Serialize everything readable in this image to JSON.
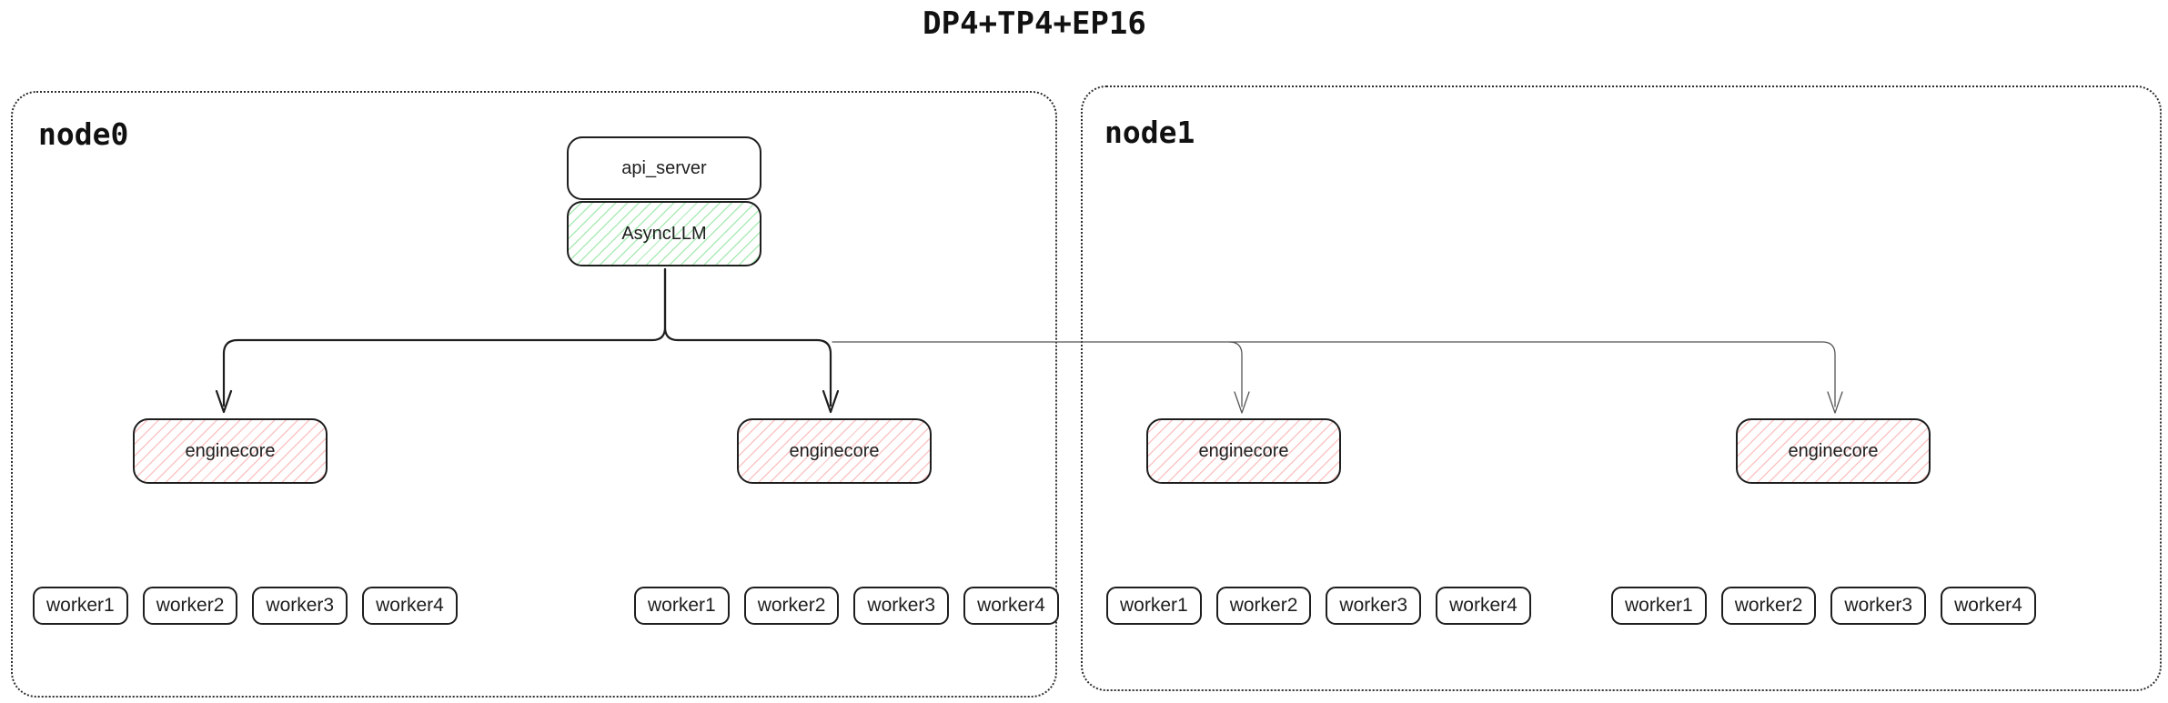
{
  "title": "DP4+TP4+EP16",
  "nodes": [
    {
      "label": "node0",
      "api_server_label": "api_server",
      "asyncllm_label": "AsyncLLM",
      "enginecores": [
        "enginecore",
        "enginecore"
      ],
      "worker_groups": [
        [
          "worker1",
          "worker2",
          "worker3",
          "worker4"
        ],
        [
          "worker1",
          "worker2",
          "worker3",
          "worker4"
        ]
      ]
    },
    {
      "label": "node1",
      "enginecores": [
        "enginecore",
        "enginecore"
      ],
      "worker_groups": [
        [
          "worker1",
          "worker2",
          "worker3",
          "worker4"
        ],
        [
          "worker1",
          "worker2",
          "worker3",
          "worker4"
        ]
      ]
    }
  ],
  "colors": {
    "stroke": "#1e1e1e",
    "green_hatch": "#69db7c",
    "red_hatch": "#fa8c8c",
    "thin_line": "#555555",
    "background": "#ffffff"
  }
}
